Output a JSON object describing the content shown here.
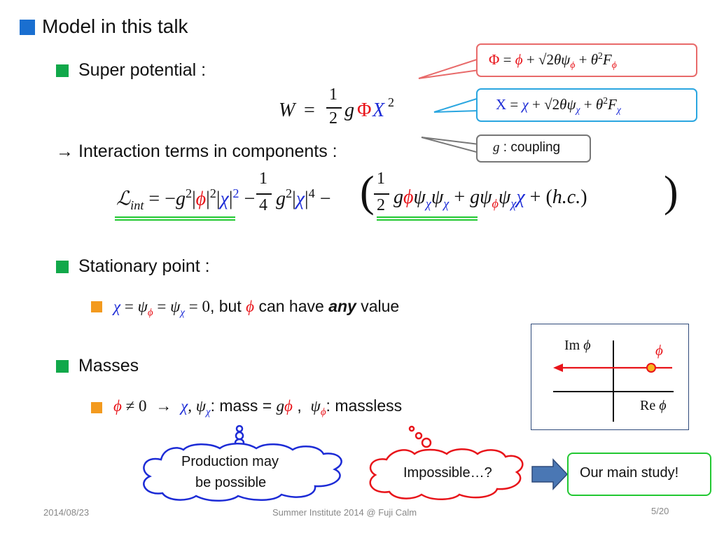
{
  "title": "Model in this talk",
  "bullets": {
    "superpotential": "Super potential :",
    "interaction": "Interaction terms in components :",
    "stationary": "Stationary point :",
    "masses": "Masses"
  },
  "arrow_symbol": "→",
  "stationary_text_1": "but",
  "stationary_text_2": "can have",
  "stationary_text_any": "any",
  "stationary_text_3": "value",
  "masses_text_mass": ": mass =",
  "masses_text_massless": ": massless",
  "callouts": {
    "coupling": "coupling"
  },
  "clouds": {
    "left_line1": "Production may",
    "left_line2": "be  possible",
    "right": "Impossible…?"
  },
  "study_box": "Our main study!",
  "diagram": {
    "im_label": "Im",
    "re_label": "Re"
  },
  "footer": {
    "date": "2014/08/23",
    "center": "Summer Institute 2014 @ Fuji Calm",
    "page": "5/20"
  },
  "colors": {
    "title_square": "#1a6fd0",
    "bullet_green": "#11a84a",
    "bullet_orange": "#f39a1e",
    "phi_red": "#e8141a",
    "chi_blue": "#1c2bd6",
    "study_border": "#22c832",
    "arrow_fill": "#4a77b4"
  }
}
